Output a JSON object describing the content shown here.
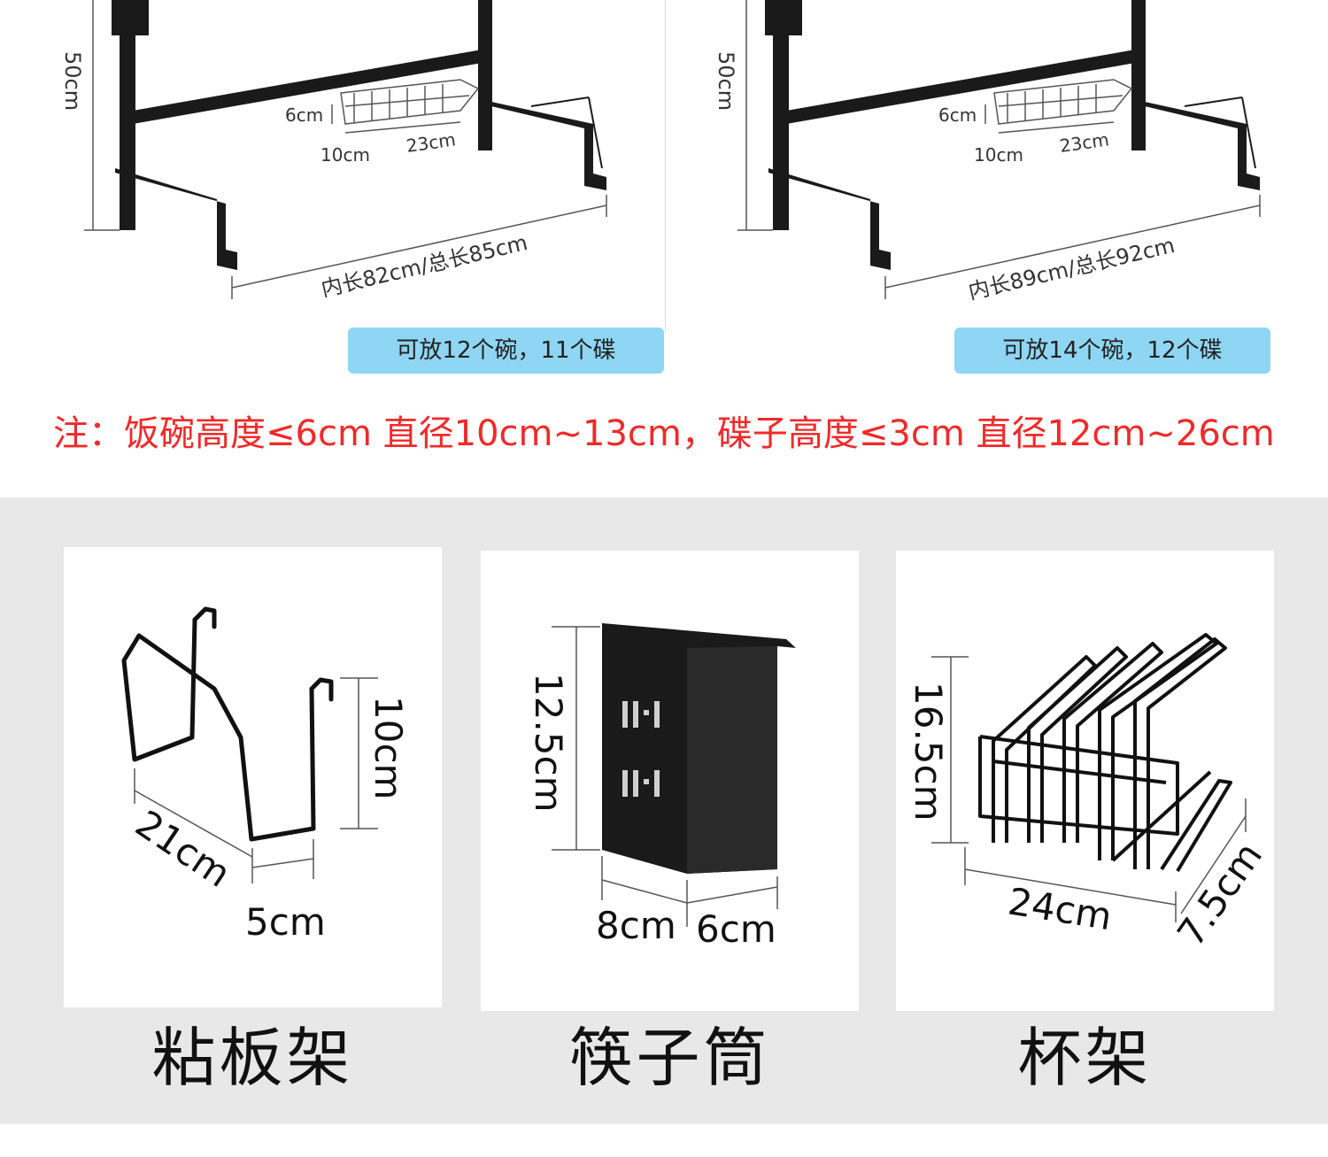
{
  "racks": [
    {
      "height": "50cm",
      "basket_height": "6cm",
      "basket_depth": "10cm",
      "basket_width": "23cm",
      "length": "内长82cm/总长85cm",
      "capacity": "可放12个碗，11个碟"
    },
    {
      "height": "50cm",
      "basket_height": "6cm",
      "basket_depth": "10cm",
      "basket_width": "23cm",
      "length": "内长89cm/总长92cm",
      "capacity": "可放14个碗，12个碟"
    }
  ],
  "note": "注：饭碗高度≤6cm 直径10cm~13cm，碟子高度≤3cm 直径12cm~26cm",
  "accessories": [
    {
      "name": "粘板架",
      "dims": [
        "10cm",
        "21cm",
        "5cm"
      ]
    },
    {
      "name": "筷子筒",
      "dims": [
        "12.5cm",
        "8cm",
        "6cm"
      ]
    },
    {
      "name": "杯架",
      "dims": [
        "16.5cm",
        "24cm",
        "7.5cm"
      ]
    }
  ],
  "colors": {
    "note": "#ef2a2a",
    "capacity_bg": "#8fd6f4",
    "panel_bg": "#e8e8e8",
    "product": "#1a1a1a"
  }
}
